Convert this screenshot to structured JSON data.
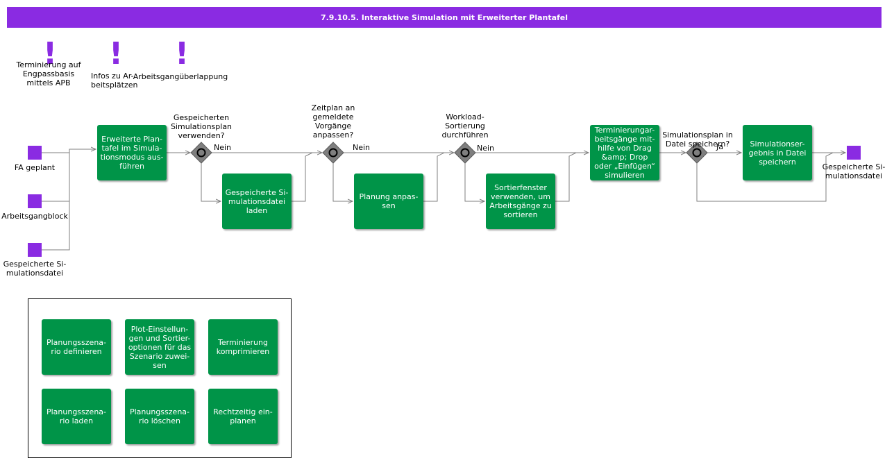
{
  "title": "7.9.10.5. Interaktive Simulation mit Erweiterter Plantafel",
  "notes": [
    {
      "label": "Terminierung auf\nEngpassbasis\nmittels APB"
    },
    {
      "label": "Infos zu Ar-\nbeitsplätzen"
    },
    {
      "label": "Arbeitsgangüberlappung"
    }
  ],
  "events": {
    "fa_geplant": "FA geplant",
    "arbeitsgangblock": "Arbeitsgangblock",
    "gespeicherte_datei_in": "Gespeicherte Si-\nmulationsdatei",
    "gespeicherte_datei_out": "Gespeicherte Si-\nmulationsdatei"
  },
  "tasks": {
    "erweiterte_plantafel": "Erweiterte Plan-\ntafel im Simula-\ntionsmodus aus-\nführen",
    "datei_laden": "Gespeicherte Si-\nmulationsdatei\nladen",
    "planung_anpassen": "Planung anpas-\nsen",
    "sortierfenster": "Sortierfenster\nverwenden, um\nArbeitsgänge zu\nsortieren",
    "drag_drop": "Terminierungar-\nbeitsgänge mit-\nhilfe von Drag\n&amp; Drop\noder „Einfügen“\nsimulieren",
    "ergebnis_speichern": "Simulationser-\ngebnis in Datei\nspeichern"
  },
  "gateways": {
    "g1": "Gespeicherten\nSimulationsplan\nverwenden?",
    "g2": "Zeitplan an\ngemeldete\nVorgänge\nanpassen?",
    "g3": "Workload-\nSortierung\ndurchführen",
    "g4": "Simulationsplan in\nDatei speichern?"
  },
  "flow_labels": {
    "nein": "Nein",
    "ja": "Ja"
  },
  "legend_tasks": [
    "Planungsszena-\nrio definieren",
    "Plot-Einstellun-\ngen und Sortier-\noptionen für das\nSzenario zuwei-\nsen",
    "Terminierung\nkomprimieren",
    "Planungsszena-\nrio laden",
    "Planungsszena-\nrio löschen",
    "Rechtzeitig ein-\nplanen"
  ],
  "colors": {
    "accent": "#8a2be2",
    "task": "#009448",
    "gateway": "#7f7f7f",
    "connector": "#7f7f7f"
  }
}
